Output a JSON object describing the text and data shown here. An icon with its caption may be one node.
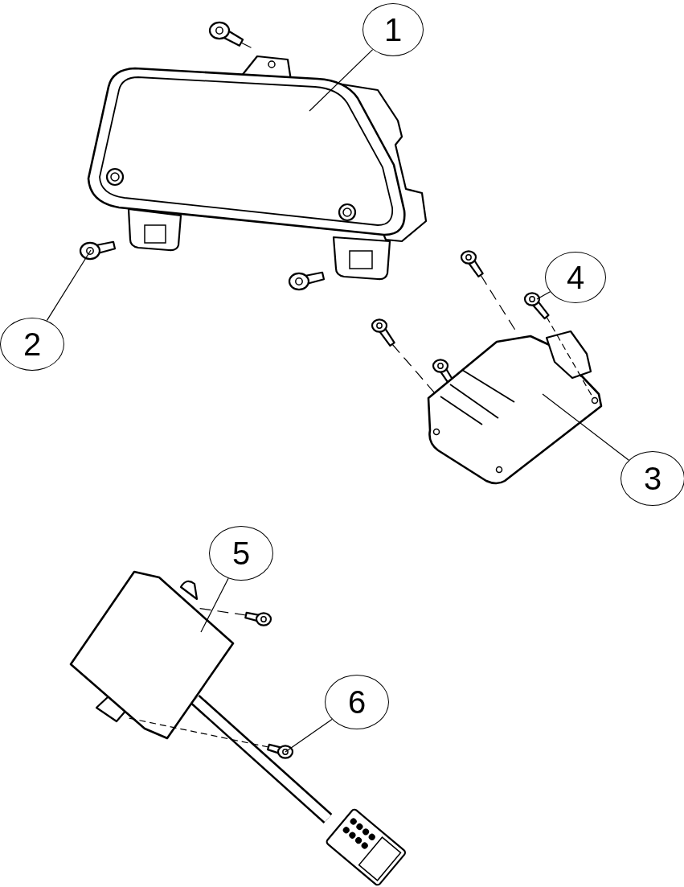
{
  "diagram": {
    "nodes": [
      {
        "text": [
          "1"
        ]
      },
      {
        "text": [],
        "shape": "picture"
      },
      {
        "text": [
          "2"
        ]
      },
      {
        "text": [],
        "shape": "screw"
      },
      {
        "text": [
          "4"
        ]
      },
      {
        "text": [],
        "shape": "screw"
      },
      {
        "text": [
          "3"
        ]
      },
      {
        "text": [],
        "shape": "picture"
      },
      {
        "text": [
          "5"
        ]
      },
      {
        "text": [],
        "shape": "picture"
      },
      {
        "text": [
          "6"
        ]
      },
      {
        "text": [],
        "shape": "screw"
      }
    ],
    "edges": [
      {
        "from": 0,
        "to": 1,
        "arrow": "none"
      },
      {
        "from": 2,
        "to": 3,
        "arrow": "none"
      },
      {
        "from": 4,
        "to": 5,
        "arrow": "none"
      },
      {
        "from": 6,
        "to": 7,
        "arrow": "none"
      },
      {
        "from": 8,
        "to": 9,
        "arrow": "none"
      },
      {
        "from": 10,
        "to": 11,
        "arrow": "none"
      },
      {
        "from": 5,
        "to": 7,
        "arrow": "none",
        "style": "dashed"
      },
      {
        "from": 11,
        "to": 9,
        "arrow": "none",
        "style": "dashed"
      }
    ]
  }
}
